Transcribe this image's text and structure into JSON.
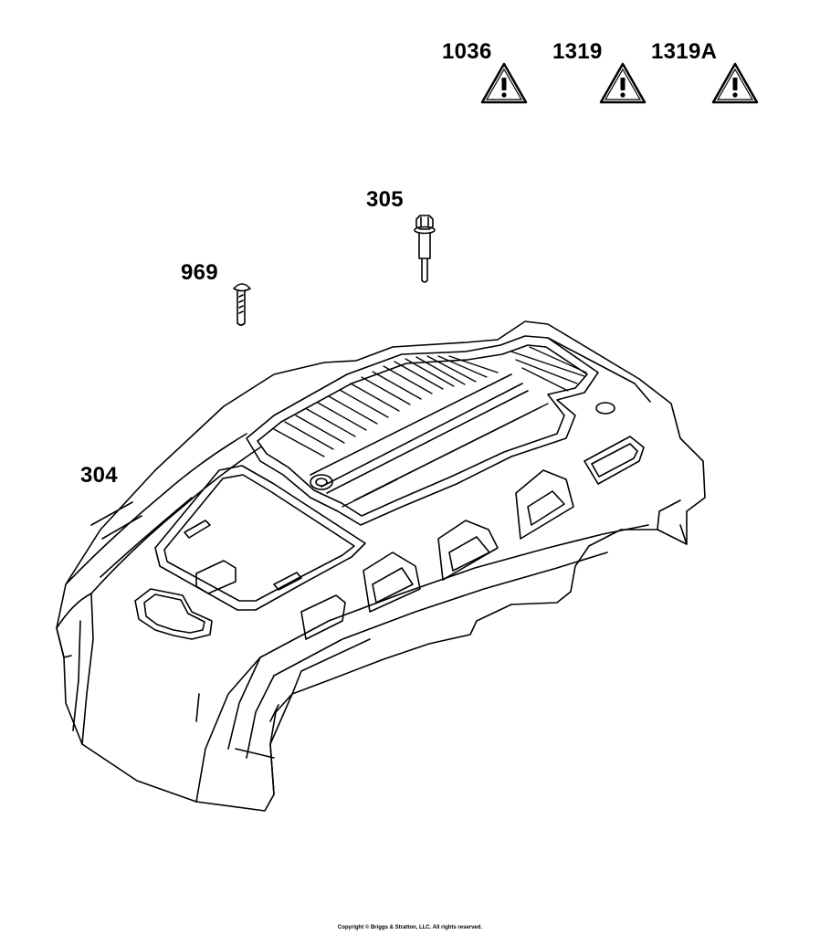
{
  "warnings": [
    {
      "ref": "1036",
      "icon": "warning-triangle-icon"
    },
    {
      "ref": "1319",
      "icon": "warning-triangle-icon"
    },
    {
      "ref": "1319A",
      "icon": "warning-triangle-icon"
    }
  ],
  "parts": {
    "p305": "305",
    "p969": "969",
    "p304": "304"
  },
  "footer": "Copyright © Briggs & Stratton, LLC. All rights reserved."
}
